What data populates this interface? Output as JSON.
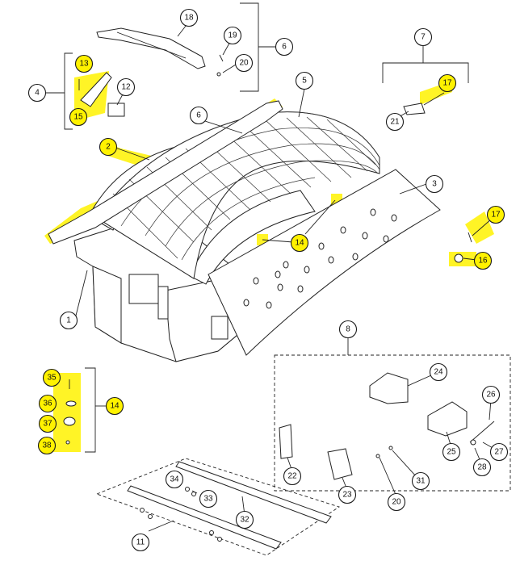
{
  "colors": {
    "highlight": "#fff200",
    "line": "#222222",
    "background": "#ffffff"
  },
  "callouts": [
    {
      "label": "1",
      "highlighted": false
    },
    {
      "label": "2",
      "highlighted": true
    },
    {
      "label": "3",
      "highlighted": false
    },
    {
      "label": "4",
      "highlighted": false
    },
    {
      "label": "5",
      "highlighted": false
    },
    {
      "label": "6",
      "highlighted": false
    },
    {
      "label": "6",
      "highlighted": false
    },
    {
      "label": "7",
      "highlighted": false
    },
    {
      "label": "8",
      "highlighted": false
    },
    {
      "label": "11",
      "highlighted": false
    },
    {
      "label": "12",
      "highlighted": false
    },
    {
      "label": "13",
      "highlighted": true
    },
    {
      "label": "14",
      "highlighted": true
    },
    {
      "label": "14",
      "highlighted": true
    },
    {
      "label": "15",
      "highlighted": true
    },
    {
      "label": "16",
      "highlighted": true
    },
    {
      "label": "17",
      "highlighted": true
    },
    {
      "label": "17",
      "highlighted": true
    },
    {
      "label": "18",
      "highlighted": false
    },
    {
      "label": "19",
      "highlighted": false
    },
    {
      "label": "20",
      "highlighted": false
    },
    {
      "label": "20",
      "highlighted": false
    },
    {
      "label": "21",
      "highlighted": false
    },
    {
      "label": "22",
      "highlighted": false
    },
    {
      "label": "23",
      "highlighted": false
    },
    {
      "label": "24",
      "highlighted": false
    },
    {
      "label": "25",
      "highlighted": false
    },
    {
      "label": "26",
      "highlighted": false
    },
    {
      "label": "27",
      "highlighted": false
    },
    {
      "label": "28",
      "highlighted": false
    },
    {
      "label": "31",
      "highlighted": false
    },
    {
      "label": "32",
      "highlighted": false
    },
    {
      "label": "33",
      "highlighted": false
    },
    {
      "label": "34",
      "highlighted": false
    },
    {
      "label": "35",
      "highlighted": true
    },
    {
      "label": "36",
      "highlighted": true
    },
    {
      "label": "37",
      "highlighted": true
    },
    {
      "label": "38",
      "highlighted": true
    }
  ]
}
